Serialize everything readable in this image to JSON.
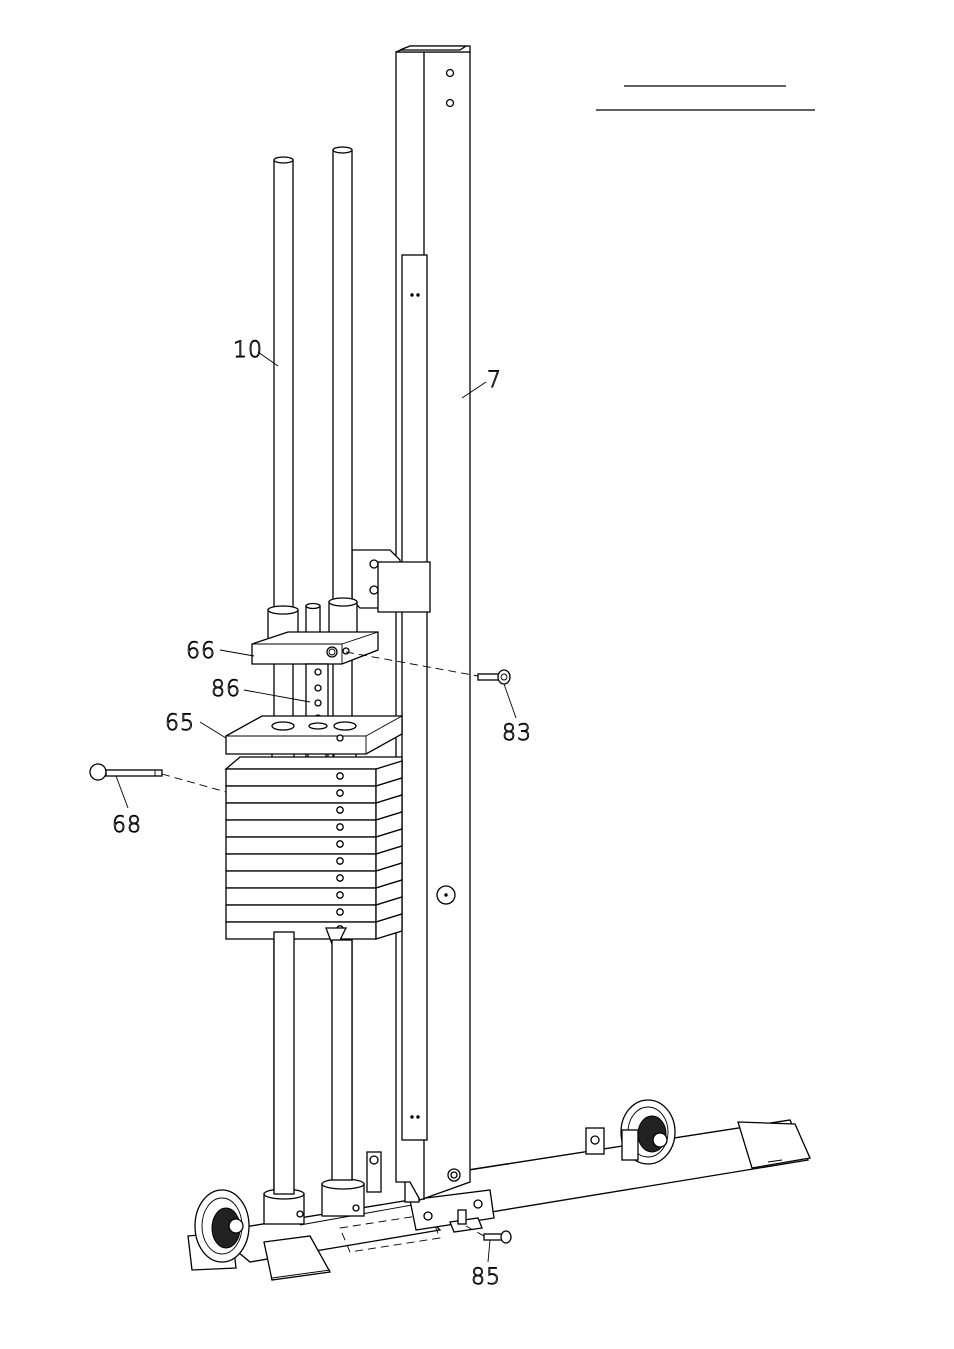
{
  "header": {
    "title_line_1": "",
    "title_line_2": ""
  },
  "callouts": [
    {
      "id": "part-10",
      "label": "10"
    },
    {
      "id": "part-7",
      "label": "7"
    },
    {
      "id": "part-66",
      "label": "66"
    },
    {
      "id": "part-86",
      "label": "86"
    },
    {
      "id": "part-65",
      "label": "65"
    },
    {
      "id": "part-83",
      "label": "83"
    },
    {
      "id": "part-68",
      "label": "68"
    },
    {
      "id": "part-85",
      "label": "85"
    }
  ],
  "weight_stack": {
    "plate_count": 10
  }
}
